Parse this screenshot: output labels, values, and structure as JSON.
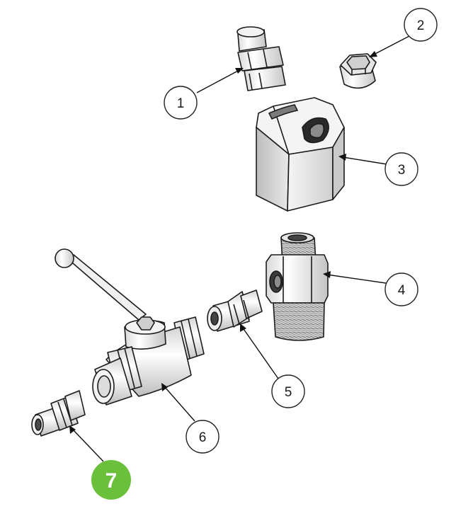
{
  "diagram": {
    "highlight_color": "#6abf3b",
    "callouts": [
      {
        "id": "1",
        "label": "1",
        "highlighted": false
      },
      {
        "id": "2",
        "label": "2",
        "highlighted": false
      },
      {
        "id": "3",
        "label": "3",
        "highlighted": false
      },
      {
        "id": "4",
        "label": "4",
        "highlighted": false
      },
      {
        "id": "5",
        "label": "5",
        "highlighted": false
      },
      {
        "id": "6",
        "label": "6",
        "highlighted": false
      },
      {
        "id": "7",
        "label": "7",
        "highlighted": true
      }
    ]
  }
}
